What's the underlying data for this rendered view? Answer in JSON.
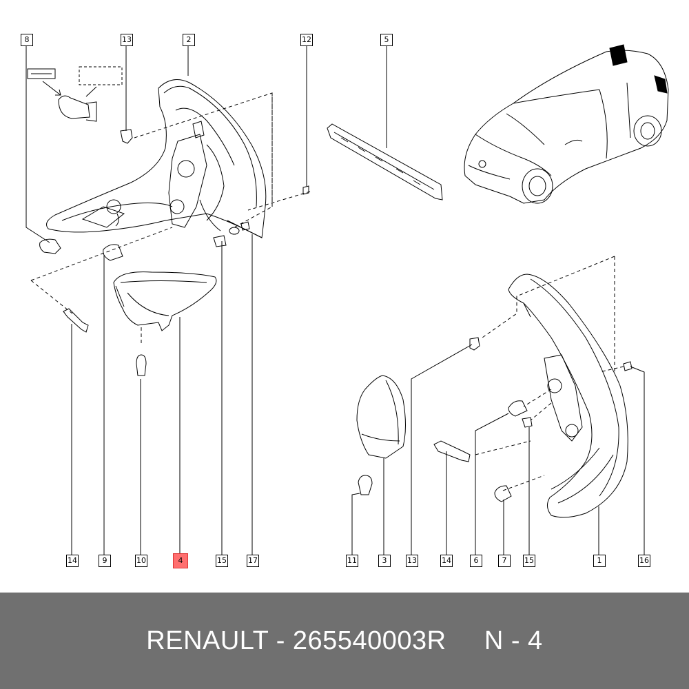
{
  "callouts": {
    "c8": "8",
    "c13a": "13",
    "c2": "2",
    "c12": "12",
    "c5": "5",
    "c14a": "14",
    "c9": "9",
    "c10": "10",
    "c4": "4",
    "c15a": "15",
    "c17": "17",
    "c11": "11",
    "c3": "3",
    "c13b": "13",
    "c14b": "14",
    "c6": "6",
    "c7": "7",
    "c15b": "15",
    "c1": "1",
    "c16": "16"
  },
  "highlight": {
    "part": "4",
    "color": "#ff6f6f"
  },
  "footer": {
    "brand": "RENAULT",
    "separator": "-",
    "part_number": "265540003R",
    "position": "N - 4",
    "text": "RENAULT - 265540003R     N - 4",
    "background": "#707070"
  }
}
